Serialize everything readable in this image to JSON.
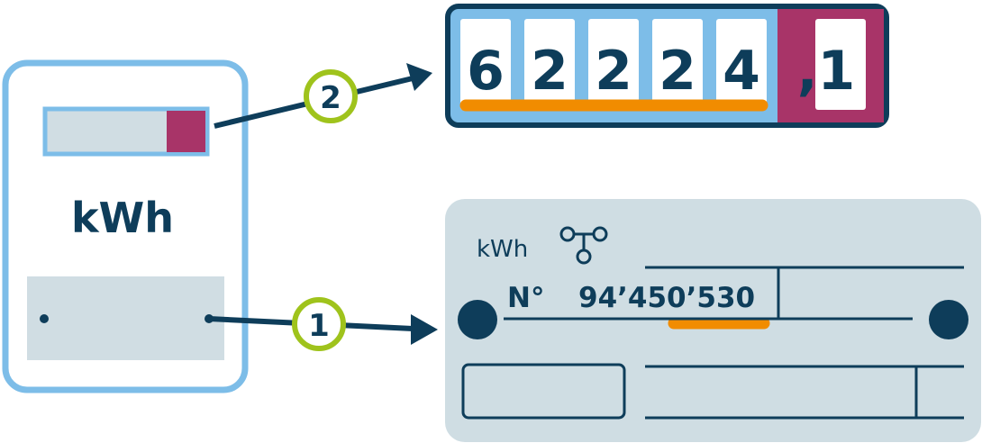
{
  "meter": {
    "unit_label": "kWh"
  },
  "reading": {
    "digits": [
      "6",
      "2",
      "2",
      "2",
      "4"
    ],
    "decimal": ",1"
  },
  "plate": {
    "unit_label": "kWh",
    "number_prefix": "N°",
    "serial": "94’450’530",
    "connection_symbol": "network-icon"
  },
  "callouts": {
    "one": "1",
    "two": "2"
  },
  "colors": {
    "navy": "#0e3d5a",
    "light_blue": "#7dbde8",
    "panel_gray": "#d0dde3",
    "plate_gray": "#cfdde3",
    "magenta": "#a83468",
    "orange": "#f18c00",
    "callout_green": "#9fc31c"
  }
}
